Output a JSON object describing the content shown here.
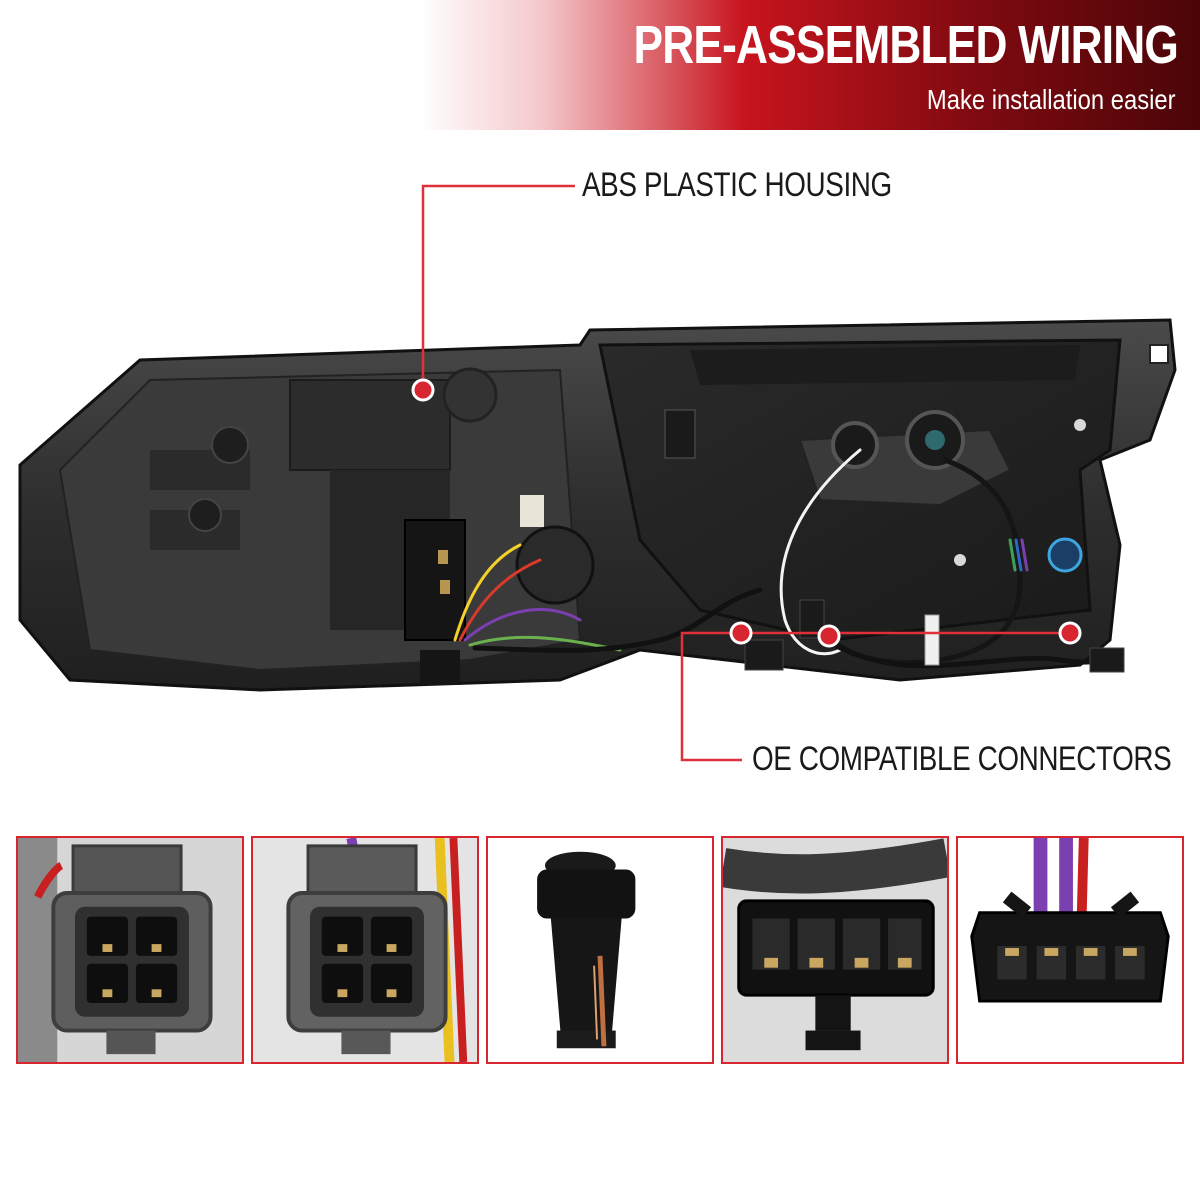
{
  "header": {
    "title": "PRE-ASSEMBLED WIRING",
    "subtitle": "Make installation easier"
  },
  "callouts": {
    "housing": "ABS PLASTIC HOUSING",
    "connectors": "OE COMPATIBLE CONNECTORS"
  },
  "colors": {
    "accent": "#d7262f",
    "banner_dark": "#7d0a10",
    "callout_line": "#e0313a"
  },
  "thumbnails": [
    {
      "name": "square-4pin-socket-gray-icon"
    },
    {
      "name": "square-4pin-socket-gray-icon"
    },
    {
      "name": "wedge-bulb-socket-icon"
    },
    {
      "name": "flat-4pin-plug-icon"
    },
    {
      "name": "flat-4pin-socket-icon"
    }
  ]
}
